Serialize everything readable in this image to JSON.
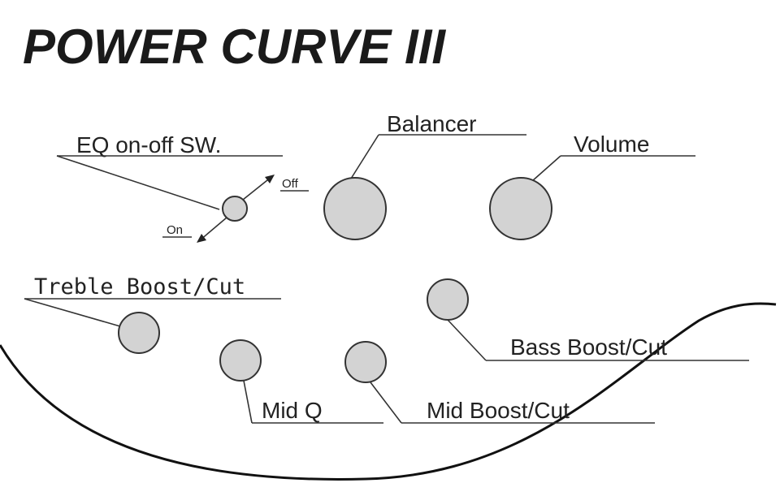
{
  "title": "POWER CURVE III",
  "labels": {
    "eq_switch": "EQ on-off SW.",
    "switch_off": "Off",
    "switch_on": "On",
    "balancer": "Balancer",
    "volume": "Volume",
    "treble": "Treble Boost/Cut",
    "bass": "Bass Boost/Cut",
    "mid_q": "Mid Q",
    "mid_boost": "Mid Boost/Cut"
  },
  "colors": {
    "knob_fill": "#d3d3d3",
    "line": "#333333",
    "background": "#ffffff"
  }
}
